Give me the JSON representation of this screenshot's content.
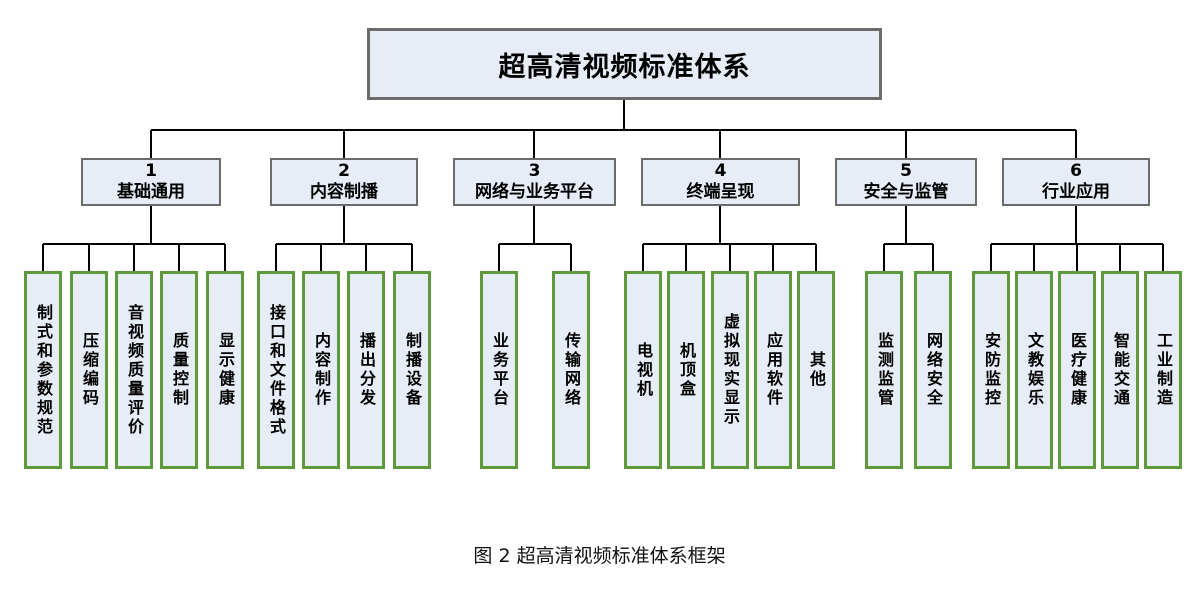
{
  "root": {
    "title": "超高清视频标准体系"
  },
  "categories": [
    {
      "number": "1",
      "label": "基础通用",
      "items": [
        "制式和参数规范",
        "压缩编码",
        "音视频质量评价",
        "质量控制",
        "显示健康"
      ]
    },
    {
      "number": "2",
      "label": "内容制播",
      "items": [
        "接口和文件格式",
        "内容制作",
        "播出分发",
        "制播设备"
      ]
    },
    {
      "number": "3",
      "label": "网络与业务平台",
      "items": [
        "业务平台",
        "传输网络"
      ]
    },
    {
      "number": "4",
      "label": "终端呈现",
      "items": [
        "电视机",
        "机顶盒",
        "虚拟现实显示",
        "应用软件",
        "其他"
      ]
    },
    {
      "number": "5",
      "label": "安全与监管",
      "items": [
        "监测监管",
        "网络安全"
      ]
    },
    {
      "number": "6",
      "label": "行业应用",
      "items": [
        "安防监控",
        "文教娱乐",
        "医疗健康",
        "智能交通",
        "工业制造"
      ]
    }
  ],
  "caption": "图 2  超高清视频标准体系框架",
  "colors": {
    "box_fill": "#e6edf7",
    "box_border": "#6b6b6b",
    "leaf_border": "#5e9a3c",
    "line": "#000000"
  }
}
